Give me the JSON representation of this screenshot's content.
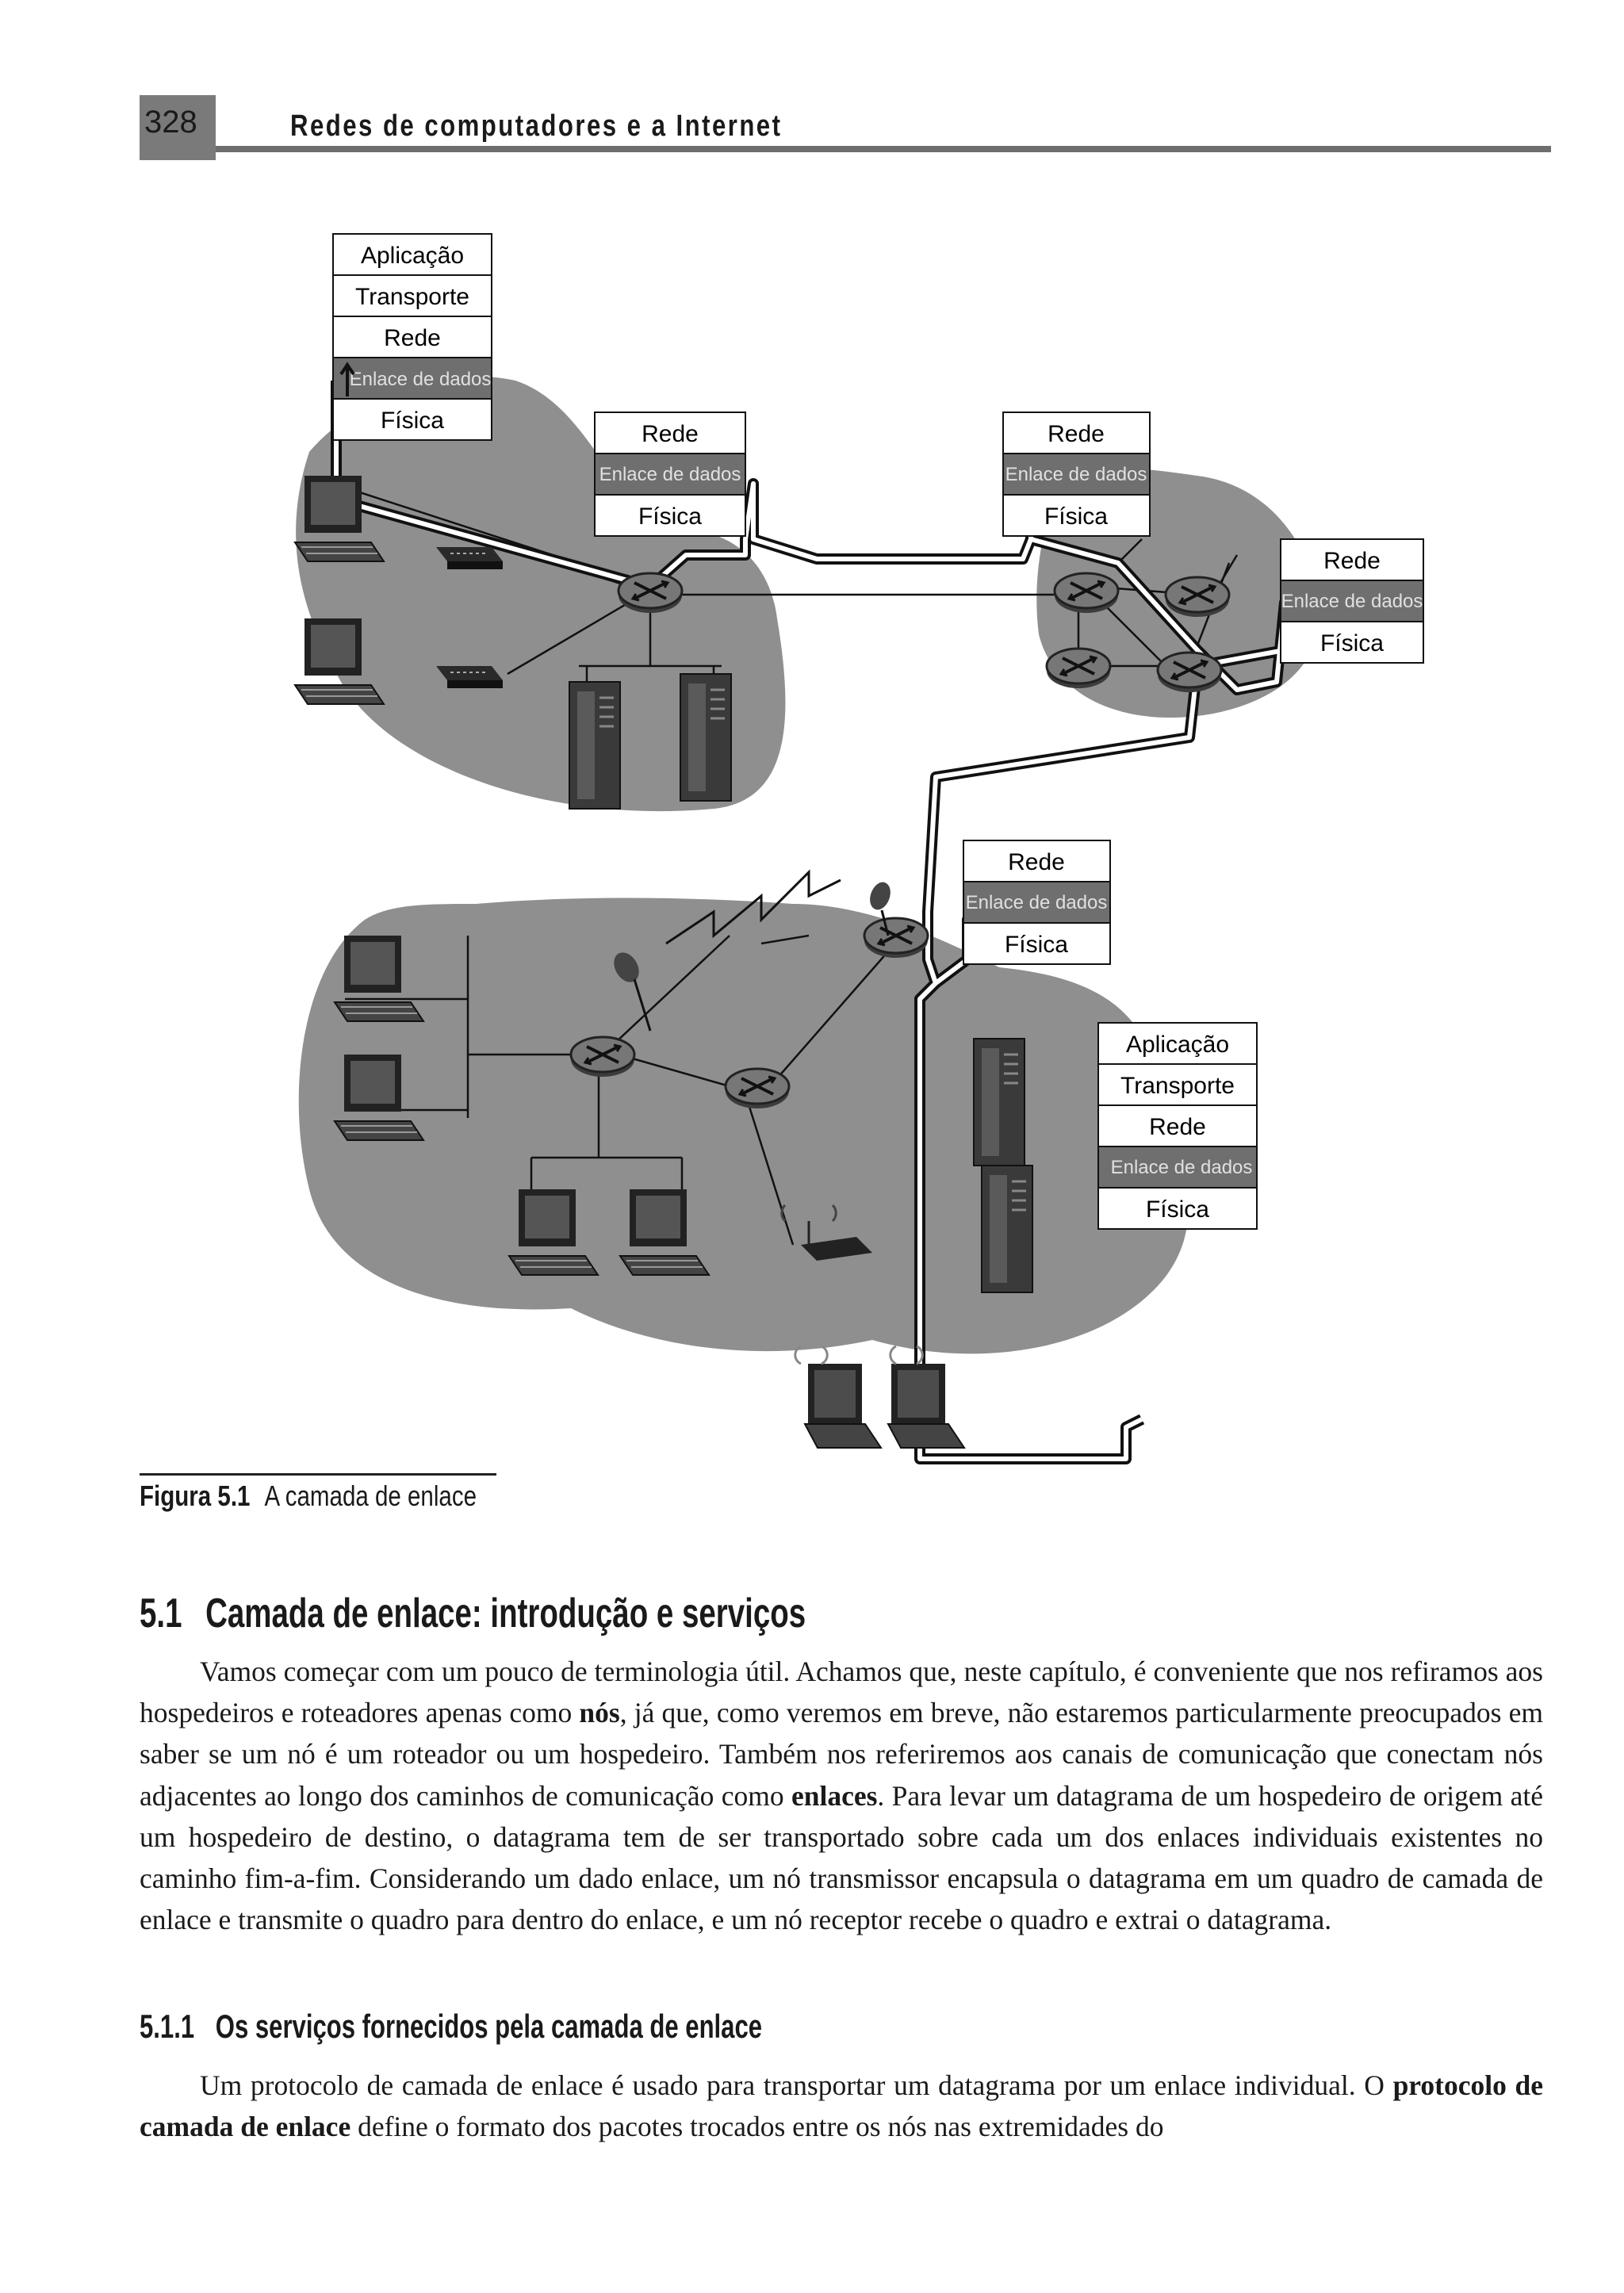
{
  "header": {
    "page_number": "328",
    "running_title": "Redes de computadores e a Internet"
  },
  "figure": {
    "stacks": {
      "host_top": [
        "Aplicação",
        "Transporte",
        "Rede",
        "Enlace de dados",
        "Física"
      ],
      "router_a": [
        "Rede",
        "Enlace de dados",
        "Física"
      ],
      "router_b": [
        "Rede",
        "Enlace de dados",
        "Física"
      ],
      "router_c": [
        "Rede",
        "Enlace de dados",
        "Física"
      ],
      "router_d": [
        "Rede",
        "Enlace de dados",
        "Física"
      ],
      "host_bottom": [
        "Aplicação",
        "Transporte",
        "Rede",
        "Enlace de dados",
        "Física"
      ]
    },
    "caption_label": "Figura 5.1",
    "caption_text": "A camada de enlace"
  },
  "section": {
    "number": "5.1",
    "title": "Camada de enlace: introdução e serviços",
    "paragraph": [
      {
        "t": "Vamos começar com um pouco de terminologia útil. Achamos que, neste capítulo, é conveniente que nos refiramos aos hospedeiros e roteadores apenas como "
      },
      {
        "b": "nós"
      },
      {
        "t": ", já que, como veremos em breve, não estaremos particularmente preocupados em saber se um nó é um roteador ou um hospedeiro. Também nos referiremos aos canais de comunicação que conectam nós adjacentes ao longo dos caminhos de comunicação como "
      },
      {
        "b": "enlaces"
      },
      {
        "t": ". Para levar um datagrama de um hospedeiro de origem até um hospedeiro de destino, o datagrama tem de ser transportado sobre cada um dos enlaces individuais existentes no caminho fim-a-fim. Considerando um dado enlace, um nó transmissor encapsula o datagrama em um quadro de camada de enlace e transmite o quadro para dentro do enlace, e um nó receptor recebe o quadro e extrai o datagrama."
      }
    ]
  },
  "subsection": {
    "number": "5.1.1",
    "title": "Os serviços fornecidos pela camada de enlace",
    "paragraph": [
      {
        "t": "Um protocolo de camada de enlace é usado para transportar um datagrama por um enlace individual. O "
      },
      {
        "b": "protocolo de camada de enlace"
      },
      {
        "t": " define o formato dos pacotes trocados entre os nós nas extremidades do"
      }
    ]
  },
  "colors": {
    "network_cloud": "#8f8f8f",
    "link_layer_band": "#6f6f6f",
    "text": "#1a1a1a"
  }
}
